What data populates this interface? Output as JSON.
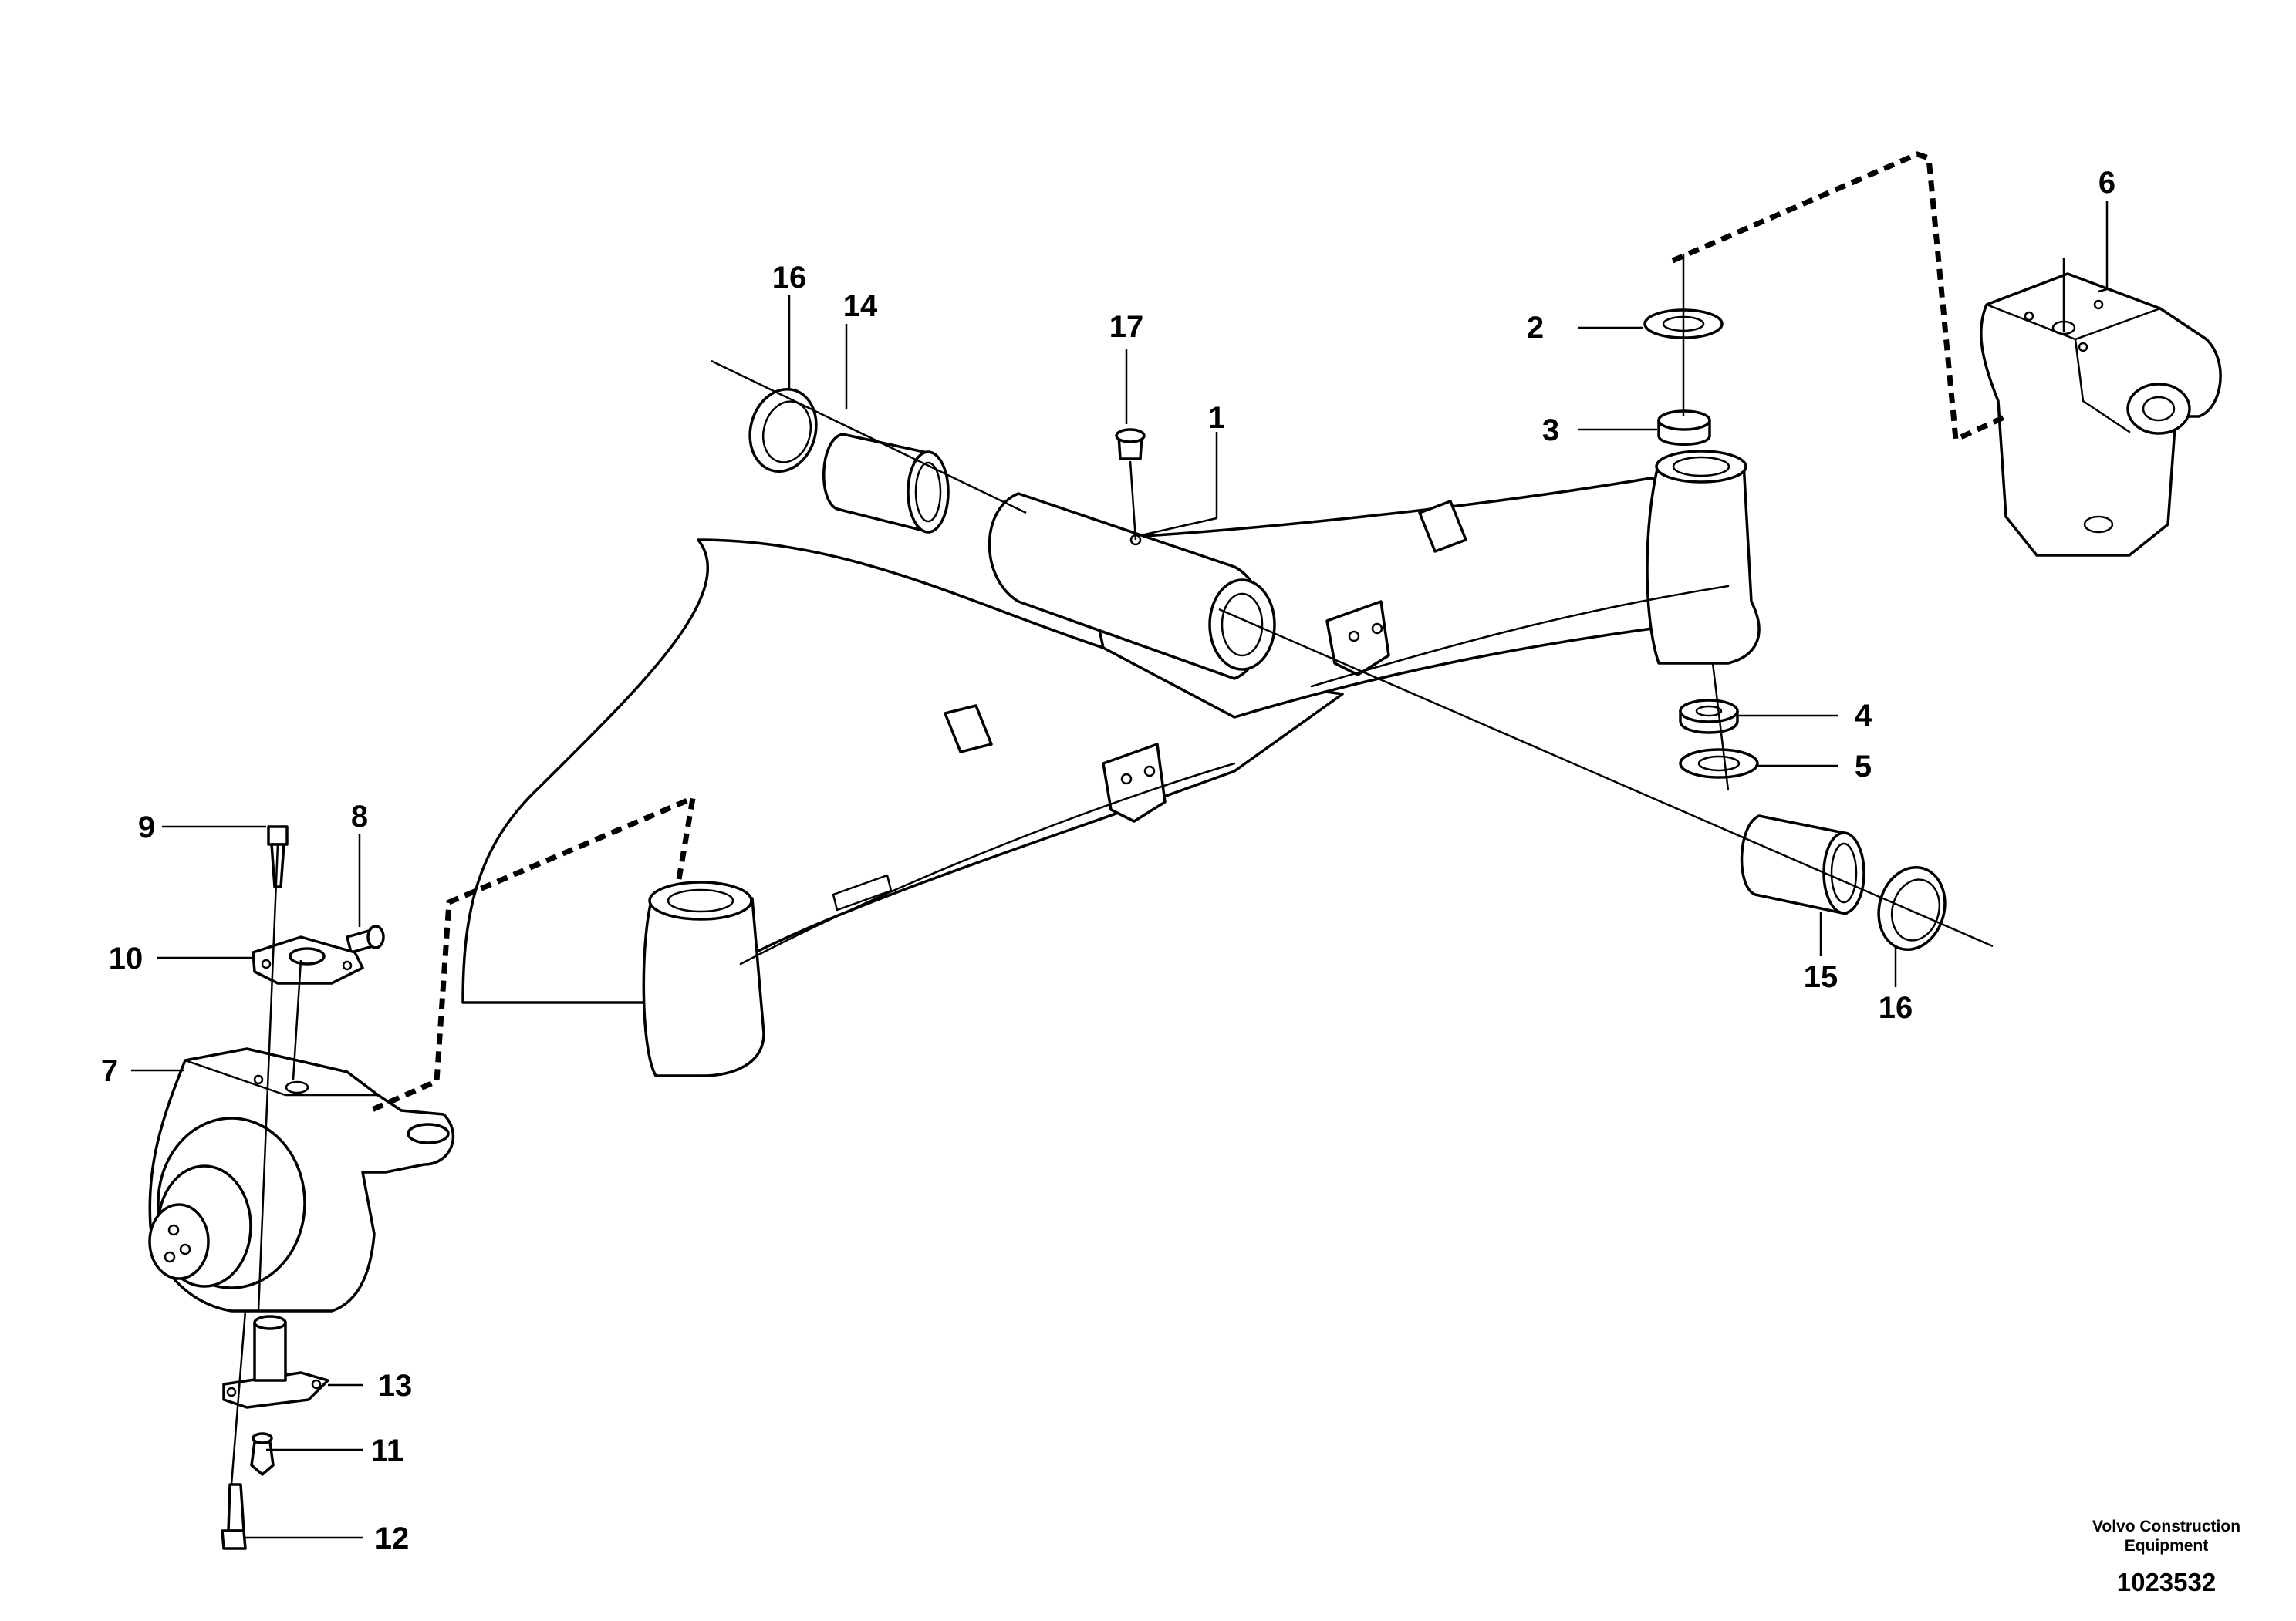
{
  "callouts": {
    "c1": "1",
    "c2": "2",
    "c3": "3",
    "c4": "4",
    "c5": "5",
    "c6": "6",
    "c7": "7",
    "c8": "8",
    "c9": "9",
    "c10": "10",
    "c11": "11",
    "c12": "12",
    "c13": "13",
    "c14": "14",
    "c15": "15",
    "c16a": "16",
    "c16b": "16",
    "c17": "17"
  },
  "footer": {
    "brand_line1": "Volvo Construction",
    "brand_line2": "Equipment",
    "doc_number": "1023532"
  }
}
